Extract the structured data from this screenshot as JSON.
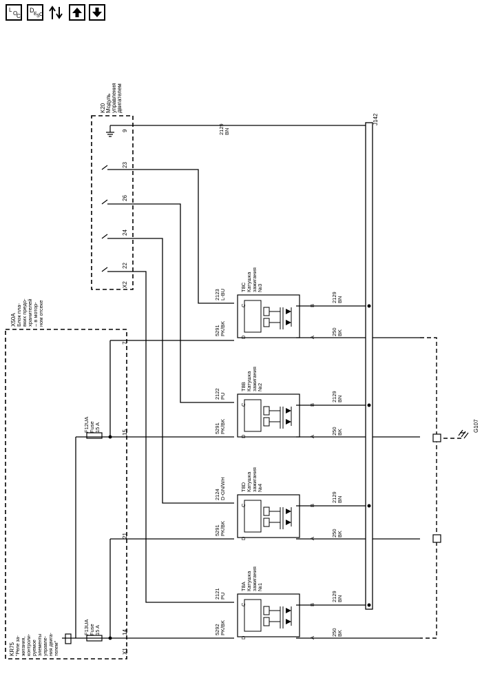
{
  "toolbar": {
    "loc_main": "L",
    "loc_sub1": "O",
    "loc_sub2": "C",
    "desc_main": "D",
    "desc_sub1": "E",
    "desc_sub2": "S",
    "desc_sub3": "C"
  },
  "module_k20": {
    "ref": "K20",
    "line1": "Модуль",
    "line2": "управления",
    "line3": "двигателем",
    "connector": "X2",
    "pins": [
      "9",
      "23",
      "26",
      "24",
      "22"
    ]
  },
  "fuse_block": {
    "ref": "X50A",
    "lines": [
      "Блок пла-",
      "вких предо-",
      "хранителей",
      "– в мотор-",
      "ном отсеке"
    ],
    "pin_top": "7",
    "pin_15": "15",
    "pin_21": "21",
    "pin_14": "14",
    "connector": "X1"
  },
  "relay": {
    "ref": "KR75",
    "lines": [
      "\"Реле за-",
      "жигания,",
      "контроли-",
      "руемое",
      "элементы",
      "управле-",
      "ния двига-",
      "телем\""
    ]
  },
  "fuses": [
    {
      "ref": "F12UA",
      "label": "Fuse",
      "rating": "15 A"
    },
    {
      "ref": "F13UA",
      "label": "Fuse",
      "rating": "15 A"
    }
  ],
  "splice": "J142",
  "ground": "G107",
  "coils": [
    {
      "ref": "T8C",
      "l1": "Катушка",
      "l2": "зажигания",
      "l3": "№3",
      "c_num": "2123",
      "c_col": "L-BU",
      "d_num": "5291",
      "d_col": "PK/BK",
      "b_num": "2129",
      "b_col": "BN",
      "a_num": "250",
      "a_col": "BK",
      "pin_c": "C",
      "pin_d": "D",
      "pin_b": "B",
      "pin_a": "A"
    },
    {
      "ref": "T8B",
      "l1": "Катушка",
      "l2": "зажигания",
      "l3": "№2",
      "c_num": "2122",
      "c_col": "PU",
      "d_num": "5291",
      "d_col": "PK/BK",
      "b_num": "2129",
      "b_col": "BN",
      "a_num": "250",
      "a_col": "BK",
      "pin_c": "C",
      "pin_d": "D",
      "pin_b": "B",
      "pin_a": "A"
    },
    {
      "ref": "T8D",
      "l1": "Катушка",
      "l2": "зажигания",
      "l3": "№4",
      "c_num": "2124",
      "c_col": "D-GN/WH",
      "d_num": "5291",
      "d_col": "PK/BK",
      "b_num": "2129",
      "b_col": "BN",
      "a_num": "250",
      "a_col": "BK",
      "pin_c": "C",
      "pin_d": "D",
      "pin_b": "B",
      "pin_a": "A"
    },
    {
      "ref": "T8A",
      "l1": "Катушка",
      "l2": "зажигания",
      "l3": "№1",
      "c_num": "2121",
      "c_col": "PU",
      "d_num": "5292",
      "d_col": "PK/BK",
      "b_num": "2129",
      "b_col": "BN",
      "a_num": "250",
      "a_col": "BK",
      "pin_c": "C",
      "pin_d": "D",
      "pin_b": "B",
      "pin_a": "A"
    }
  ],
  "top_wire": {
    "num": "2129",
    "col": "BN"
  }
}
